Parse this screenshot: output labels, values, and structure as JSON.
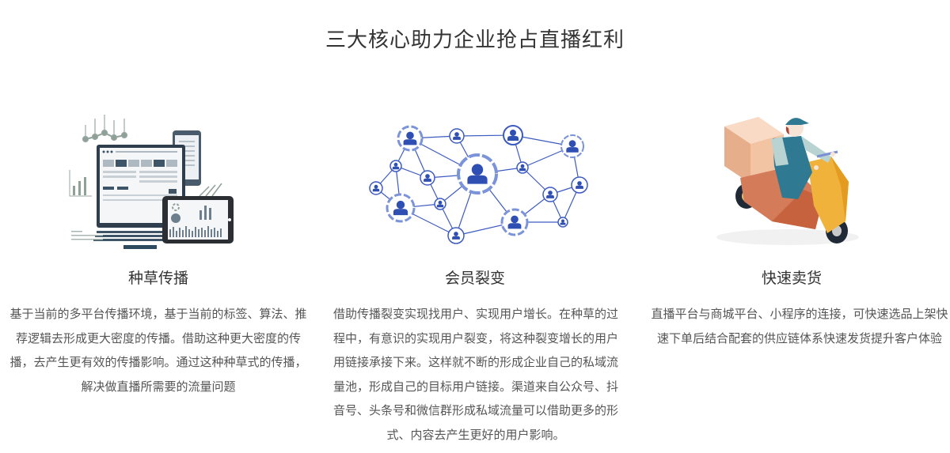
{
  "section": {
    "title": "三大核心助力企业抢占直播红利"
  },
  "features": [
    {
      "title": "种草传播",
      "icon": "devices-analytics-illustration",
      "text": "基于当前的多平台传播环境，基于当前的标签、算法、推荐逻辑去形成更大密度的传播。借助这种更大密度的传播，去产生更有效的传播影响。通过这种种草式的传播，解决做直播所需要的流量问题"
    },
    {
      "title": "会员裂变",
      "icon": "user-network-illustration",
      "text": "借助传播裂变实现找用户、实现用户增长。在种草的过程中，有意识的实现用户裂变，将这种裂变增长的用户用链接承接下来。这样就不断的形成企业自己的私域流量池，形成自己的目标用户链接。渠道来自公众号、抖音号、头条号和微信群形成私域流量可以借助更多的形式、内容去产生更好的用户影响。"
    },
    {
      "title": "快速卖货",
      "icon": "delivery-scooter-illustration",
      "text": "直播平台与商城平台、小程序的连接，可快速选品上架快速下单后结合配套的供应链体系快速发货提升客户体验"
    }
  ],
  "colors": {
    "title": "#333333",
    "body_text": "#555555",
    "network_blue": "#2f4fb3",
    "device_slate": "#3d5566",
    "scooter_orange": "#f0b23a",
    "box_peach": "#f2c4a4",
    "rider_teal": "#2f7a92"
  }
}
